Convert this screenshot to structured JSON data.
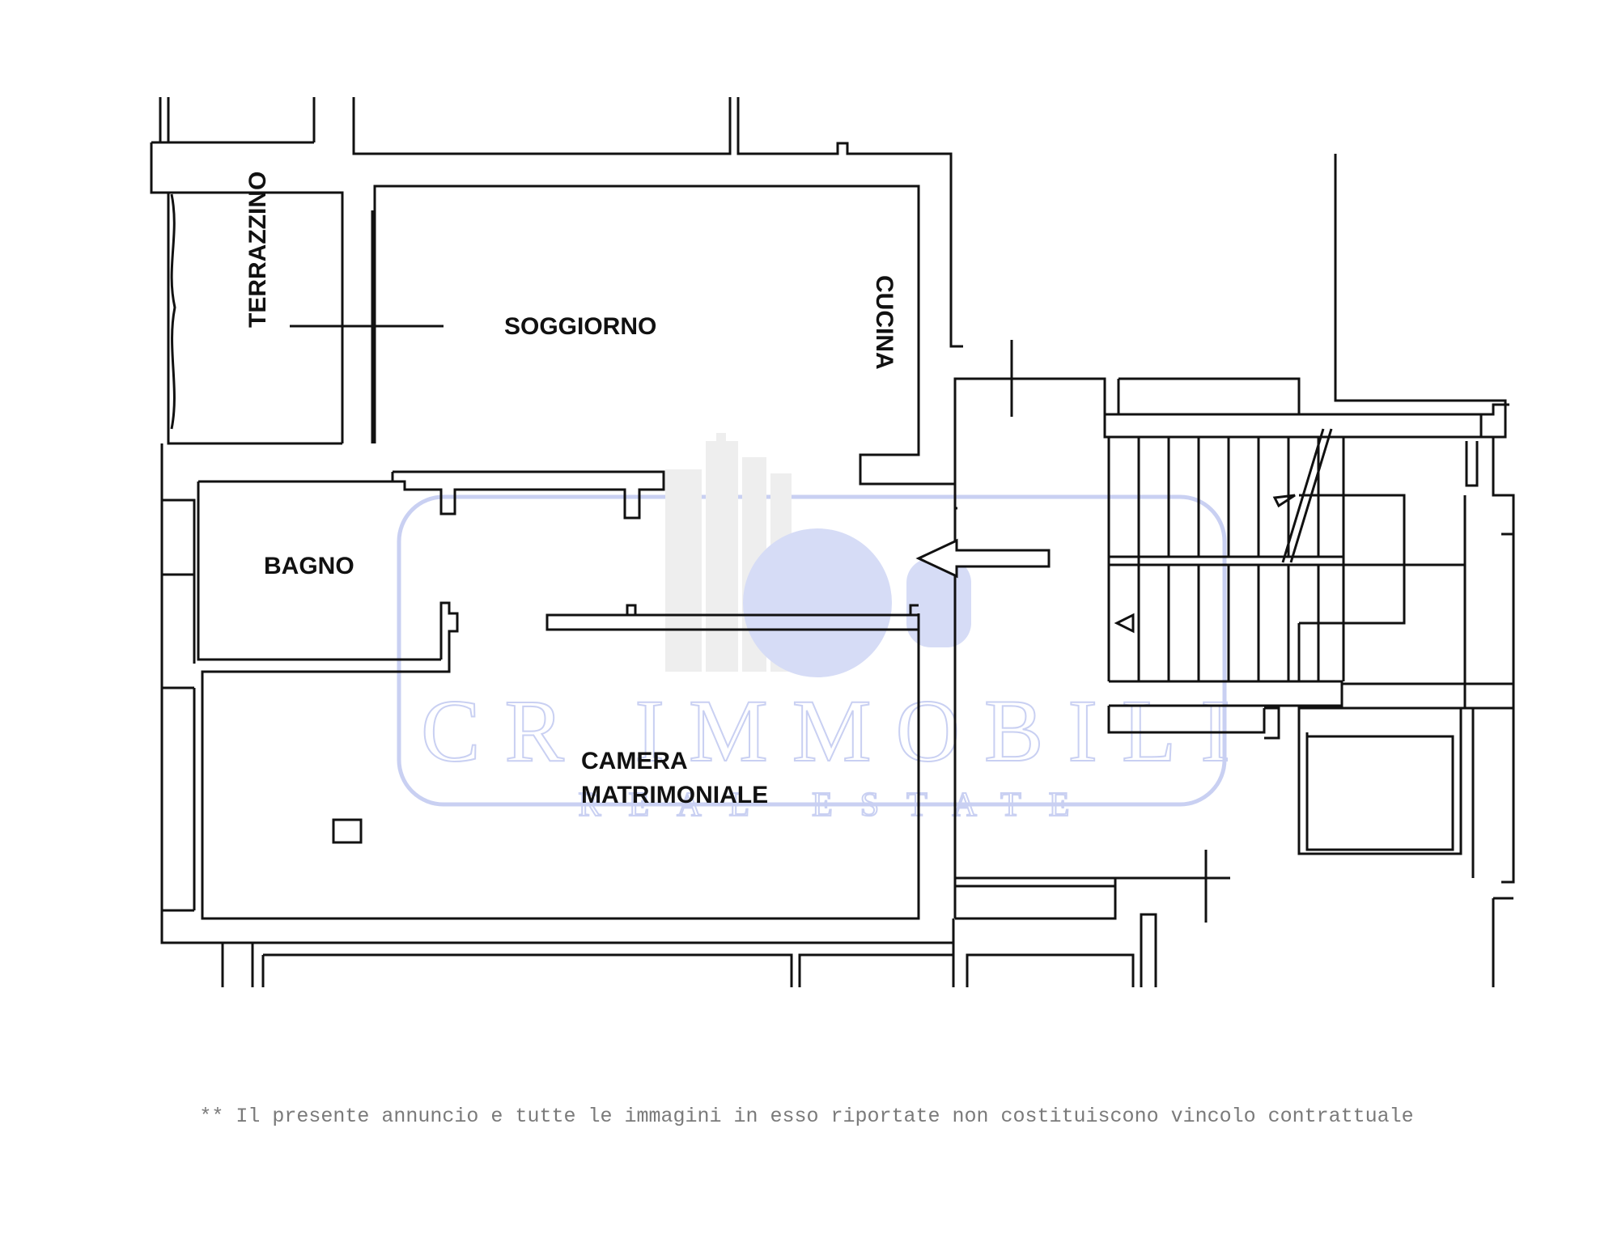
{
  "rooms": {
    "terrazzino": "TERRAZZINO",
    "soggiorno": "SOGGIORNO",
    "cucina": "CUCINA",
    "bagno": "BAGNO",
    "camera_line1": "CAMERA",
    "camera_line2": "MATRIMONIALE"
  },
  "watermark": {
    "brand": "CR IMMOBILI",
    "tagline": "REAL ESTATE",
    "color": "#c9d0f2"
  },
  "disclaimer": "** Il presente annuncio e tutte le immagini in esso riportate non costituiscono vincolo contrattuale",
  "colors": {
    "wall": "#111111",
    "background": "#ffffff"
  }
}
